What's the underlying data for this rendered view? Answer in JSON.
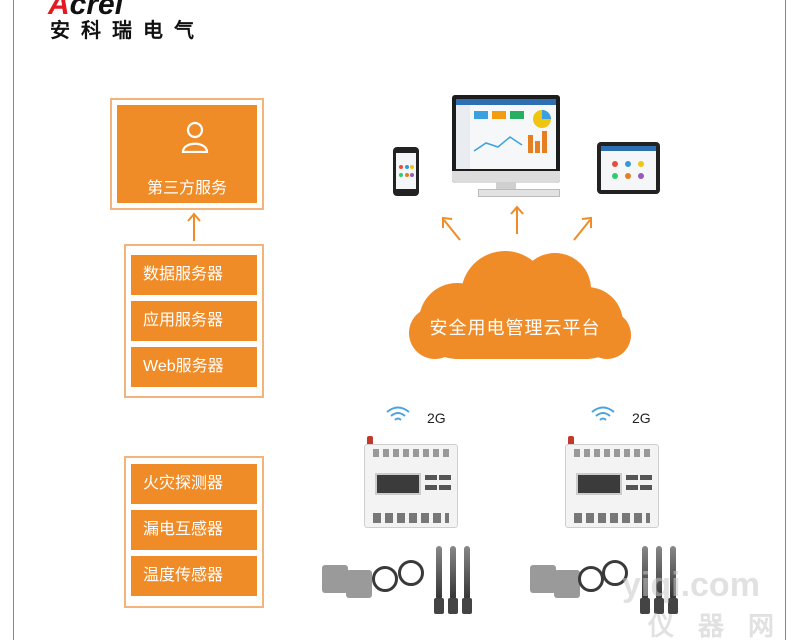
{
  "logo": {
    "latin": "Acrel",
    "chinese": "安科瑞电气"
  },
  "third_party": {
    "label": "第三方服务",
    "icon": "user-icon"
  },
  "servers": [
    "数据服务器",
    "应用服务器",
    "Web服务器"
  ],
  "sensors": [
    "火灾探测器",
    "漏电互感器",
    "温度传感器"
  ],
  "cloud": {
    "label": "安全用电管理云平台"
  },
  "network": [
    {
      "label": "2G"
    },
    {
      "label": "2G"
    }
  ],
  "watermark": {
    "latin": "yiqi.com",
    "chinese": "仪器网"
  },
  "colors": {
    "orange": "#f08c28",
    "outline": "#f2b37c"
  }
}
